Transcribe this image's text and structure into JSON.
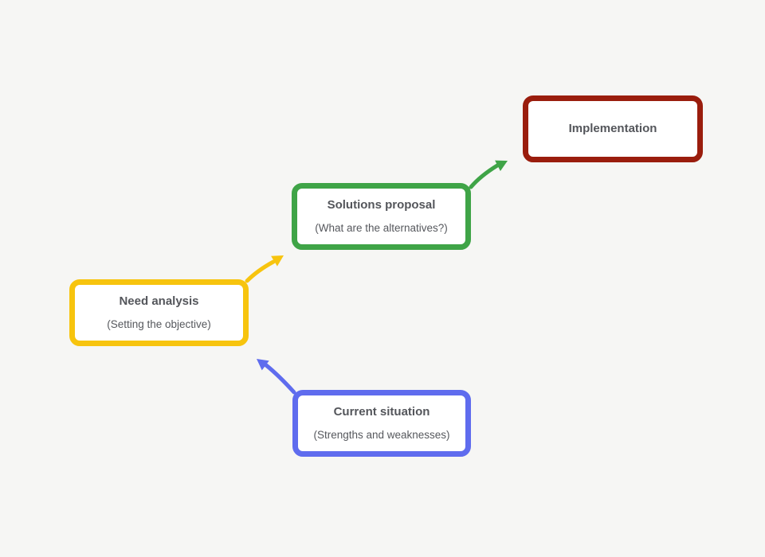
{
  "canvas": {
    "background": "#f6f6f4"
  },
  "text": {
    "title_color": "#54565b",
    "subtitle_color": "#56585d"
  },
  "nodes": [
    {
      "id": "implementation",
      "title": "Implementation",
      "subtitle": "",
      "color": "#9a1d0d"
    },
    {
      "id": "solutions-proposal",
      "title": "Solutions proposal",
      "subtitle": "(What are the alternatives?)",
      "color": "#3fa447"
    },
    {
      "id": "need-analysis",
      "title": "Need analysis",
      "subtitle": "(Setting the objective)",
      "color": "#f7c40e"
    },
    {
      "id": "current-situation",
      "title": "Current situation",
      "subtitle": "(Strengths and weaknesses)",
      "color": "#5f6cee"
    }
  ],
  "arrows": [
    {
      "from": "current-situation",
      "to": "need-analysis",
      "color": "#5f6cee"
    },
    {
      "from": "need-analysis",
      "to": "solutions-proposal",
      "color": "#f7c40e"
    },
    {
      "from": "solutions-proposal",
      "to": "implementation",
      "color": "#3fa447"
    }
  ]
}
